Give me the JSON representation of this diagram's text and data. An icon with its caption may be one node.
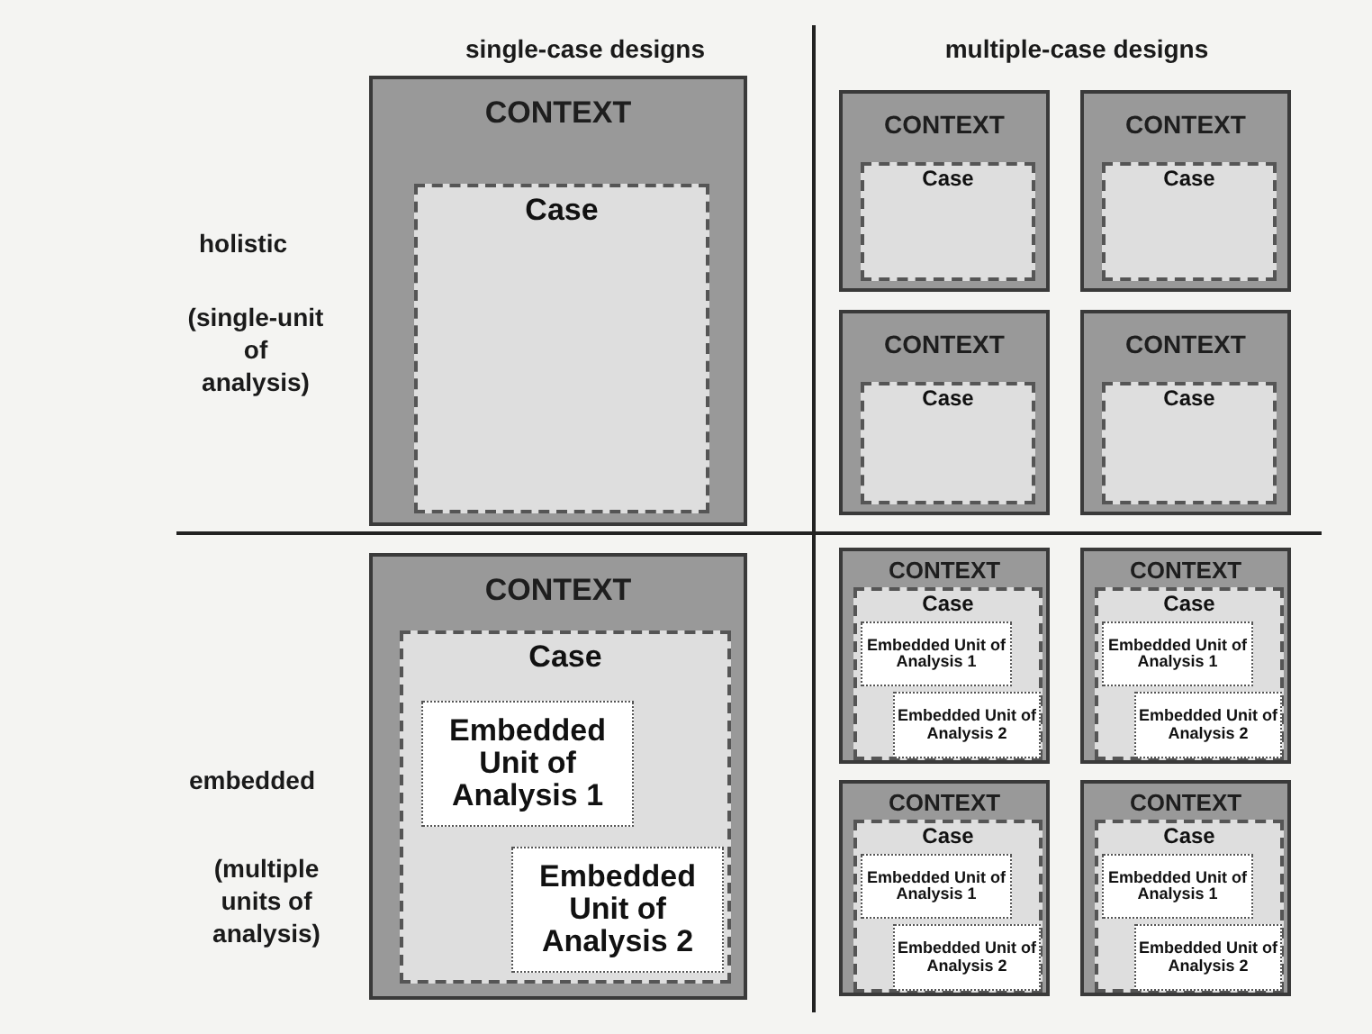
{
  "diagram": {
    "nodes": [
      {
        "text": [
          "CONTEXT"
        ]
      },
      {
        "text": [
          "Case"
        ],
        "in": 0
      },
      {
        "text": [
          "CONTEXT"
        ]
      },
      {
        "text": [
          "Case"
        ],
        "in": 2
      },
      {
        "text": [
          "CONTEXT"
        ]
      },
      {
        "text": [
          "Case"
        ],
        "in": 4
      },
      {
        "text": [
          "CONTEXT"
        ]
      },
      {
        "text": [
          "Case"
        ],
        "in": 6
      },
      {
        "text": [
          "CONTEXT"
        ]
      },
      {
        "text": [
          "Case"
        ],
        "in": 8
      },
      {
        "text": [
          "CONTEXT"
        ]
      },
      {
        "text": [
          "Case"
        ],
        "in": 10
      },
      {
        "text": [
          "Embedded Unit of Analysis 1"
        ],
        "in": 11
      },
      {
        "text": [
          "Embedded Unit of Analysis 2"
        ],
        "in": 11
      },
      {
        "text": [
          "CONTEXT"
        ]
      },
      {
        "text": [
          "Case"
        ],
        "in": 14
      },
      {
        "text": [
          "Embedded Unit of Analysis 1"
        ],
        "in": 15
      },
      {
        "text": [
          "Embedded Unit of Analysis 2"
        ],
        "in": 15
      },
      {
        "text": [
          "CONTEXT"
        ]
      },
      {
        "text": [
          "Case"
        ],
        "in": 18
      },
      {
        "text": [
          "Embedded Unit of Analysis 1"
        ],
        "in": 19
      },
      {
        "text": [
          "Embedded Unit of Analysis 2"
        ],
        "in": 19
      },
      {
        "text": [
          "CONTEXT"
        ]
      },
      {
        "text": [
          "Case"
        ],
        "in": 22
      },
      {
        "text": [
          "Embedded Unit of Analysis 1"
        ],
        "in": 23
      },
      {
        "text": [
          "Embedded Unit of Analysis 2"
        ],
        "in": 23
      },
      {
        "text": [
          "CONTEXT"
        ]
      },
      {
        "text": [
          "Case"
        ],
        "in": 26
      },
      {
        "text": [
          "Embedded Unit of Analysis 1"
        ],
        "in": 27
      },
      {
        "text": [
          "Embedded Unit of Analysis 2"
        ],
        "in": 27
      }
    ],
    "labels": [
      "single-case designs",
      "multiple-case designs",
      "holistic",
      "(single-unit of analysis)",
      "embedded",
      "(multiple units of analysis)"
    ]
  }
}
